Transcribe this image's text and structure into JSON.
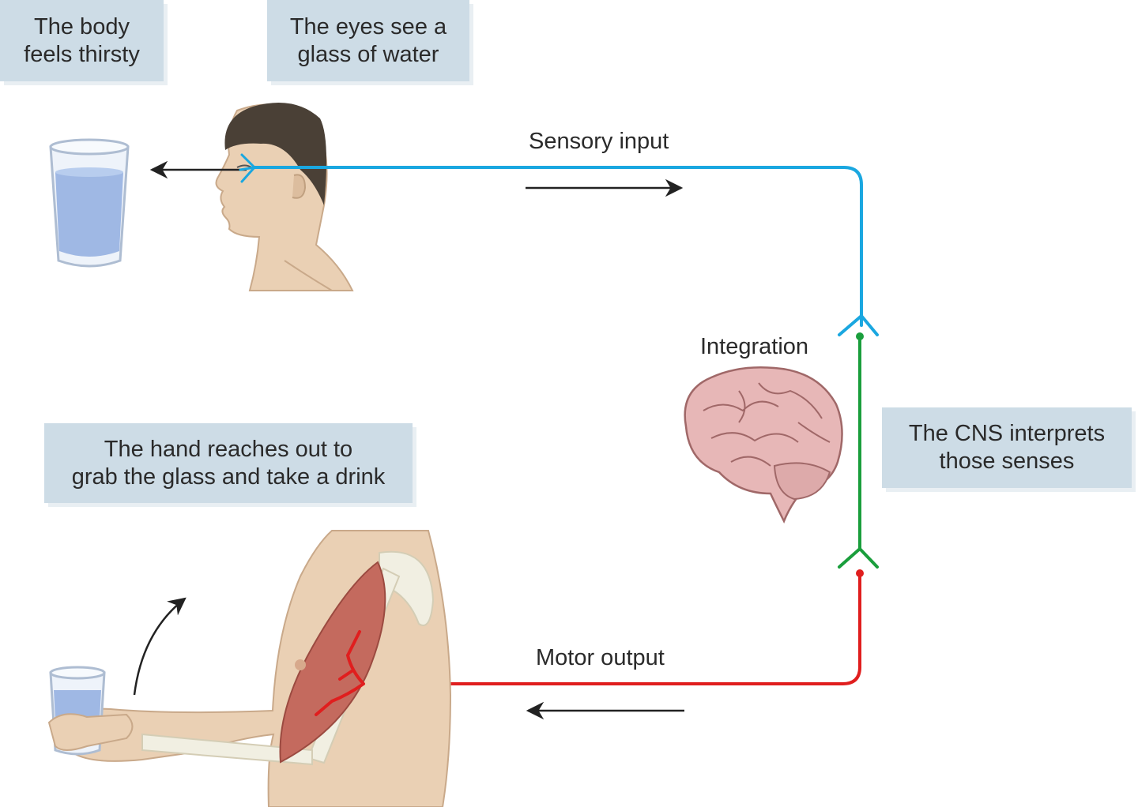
{
  "boxes": {
    "body_thirsty": [
      "The body",
      "feels thirsty"
    ],
    "eyes_see": [
      "The eyes see a",
      "glass of water"
    ],
    "hand_reaches": [
      "The hand reaches out to",
      "grab the glass and take a drink"
    ],
    "cns_interprets": [
      "The CNS interprets",
      "those senses"
    ]
  },
  "labels": {
    "sensory": "Sensory input",
    "integration": "Integration",
    "motor": "Motor output"
  },
  "colors": {
    "sensory": "#1aa7e0",
    "integration": "#1a9e3c",
    "motor": "#e01e1e",
    "box": "#cddce6",
    "brain": "#e7b7b7",
    "skin": "#ead0b4",
    "hair": "#4a4036",
    "water": "#9fb8e4"
  }
}
